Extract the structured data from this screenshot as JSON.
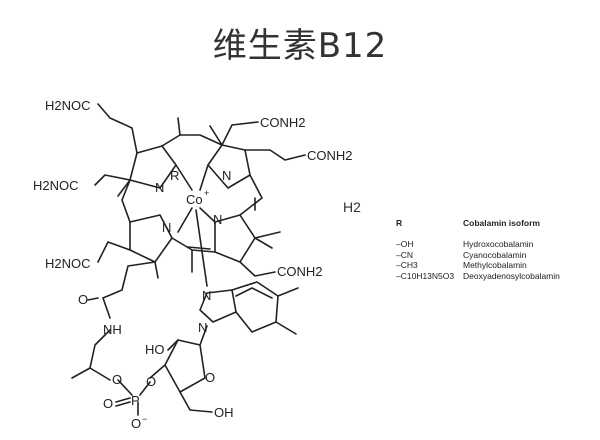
{
  "title": "维生素B12",
  "side_label": "H2",
  "atoms": {
    "conh2_tl": "H2NOC",
    "conh2_l": "H2NOC",
    "conh2_bl": "H2NOC",
    "conh2_tr": "CONH2",
    "conh2_r": "CONH2",
    "conh2_br": "CONH2",
    "r": "R",
    "co": "Co",
    "co_charge": "+",
    "n1": "N",
    "n2": "N",
    "n3": "N",
    "n4": "N",
    "n5": "N",
    "n6": "N",
    "o_amide": "O",
    "nh": "NH",
    "oh1": "HO",
    "o_ring": "O",
    "o_ester": "O",
    "p": "P",
    "o_p1": "O",
    "o_p2": "O",
    "o_p3": "O",
    "oh2": "OH",
    "charge_minus": "−"
  },
  "legend": {
    "header_r": "R",
    "header_iso": "Cobalamin isoform",
    "rows": [
      {
        "r": "–OH",
        "name": "Hydroxocobalamin"
      },
      {
        "r": "–CN",
        "name": "Cyanocobalamin"
      },
      {
        "r": "–CH3",
        "name": "Methylcobalamin"
      },
      {
        "r": "–C10H13N5O3",
        "name": "Deoxyadenosylcobalamin"
      }
    ]
  }
}
